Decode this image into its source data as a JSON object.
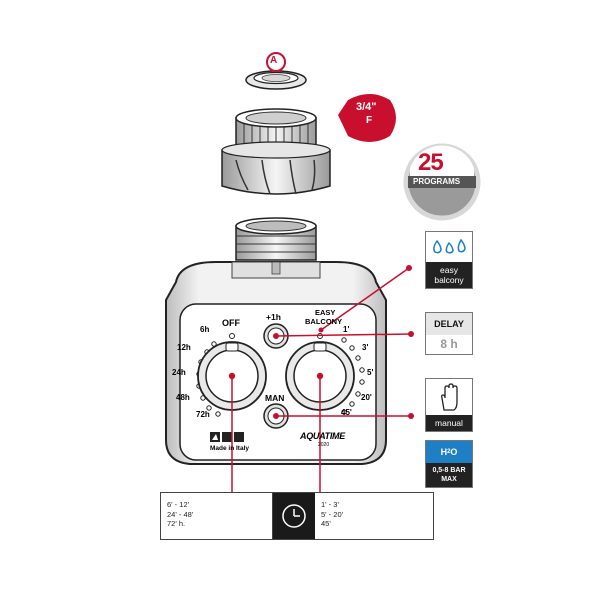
{
  "part_a": {
    "letter": "A"
  },
  "thread_badge": {
    "line1": "3/4\"",
    "line2": "F"
  },
  "programs_badge": {
    "count": "25",
    "label": "PROGRAMS"
  },
  "dial_labels": {
    "off": "OFF",
    "h6": "6h",
    "h12": "12h",
    "h24": "24h",
    "h48": "48h",
    "h72": "72h",
    "plus1h": "+1h",
    "easy": "EASY",
    "balcony": "BALCONY",
    "m1": "1'",
    "m3": "3'",
    "m5": "5'",
    "m20": "20'",
    "m45": "45'",
    "man": "MAN"
  },
  "device": {
    "made_in": "Made in Italy",
    "brand": "AQUATIME",
    "brand_sub": "2020"
  },
  "info_boxes": {
    "easy_balcony": {
      "line1": "easy",
      "line2": "balcony"
    },
    "delay": {
      "title": "DELAY",
      "value": "8 h"
    },
    "manual": {
      "label": "manual"
    },
    "pressure": {
      "title_h": "H",
      "title_sub": "2",
      "title_o": "O",
      "line1": "0,5-8 BAR",
      "line2": "MAX"
    }
  },
  "frequency_box": {
    "line1": "6' - 12'",
    "line2": "24' - 48'",
    "line3": "72' h.",
    "icon_number": "1"
  },
  "duration_box": {
    "line1": "1' - 3'",
    "line2": "5' - 20'",
    "line3": "45'"
  },
  "colors": {
    "accent_red": "#c8102e",
    "blue": "#1e7fc4",
    "badge_grey": "#7a7a7a",
    "dark": "#1a1a1a"
  }
}
